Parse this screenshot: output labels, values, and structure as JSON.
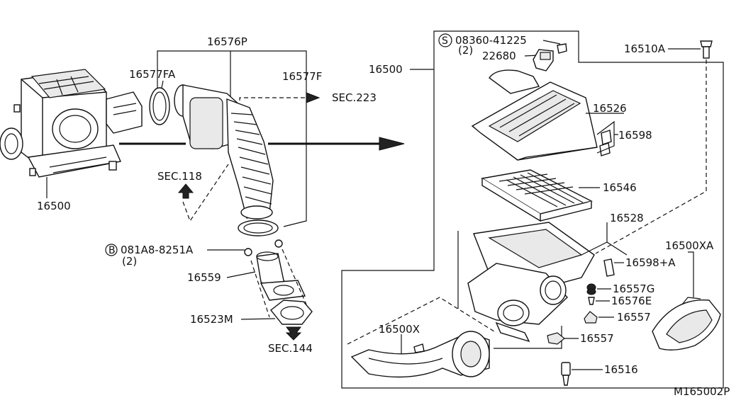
{
  "labels": {
    "p16500_left": "16500",
    "p16576P": "16576P",
    "p16577FA": "16577FA",
    "p16577F": "16577F",
    "sec223": "SEC.223",
    "sec118": "SEC.118",
    "bolt_081A8": "081A8-8251A",
    "bolt_081A8_qty": "(2)",
    "p16559": "16559",
    "p16523M": "16523M",
    "sec144": "SEC.144",
    "p16500_right": "16500",
    "screw_08360": "08360-41225",
    "screw_08360_qty": "(2)",
    "p22680": "22680",
    "p16510A": "16510A",
    "p16526": "16526",
    "p16598": "16598",
    "p16546": "16546",
    "p16528": "16528",
    "p16500XA": "16500XA",
    "p16598A": "16598+A",
    "p16557G": "16557G",
    "p16576E": "16576E",
    "p16557_a": "16557",
    "p16557_b": "16557",
    "p16500X": "16500X",
    "p16516": "16516",
    "diagram_code": "M165002P"
  },
  "symbols": {
    "s_circle": "S",
    "b_circle": "B"
  },
  "icons": [
    "arrow-right-icon",
    "arrow-up-icon",
    "arrow-down-icon",
    "screw-icon",
    "bolt-icon"
  ]
}
